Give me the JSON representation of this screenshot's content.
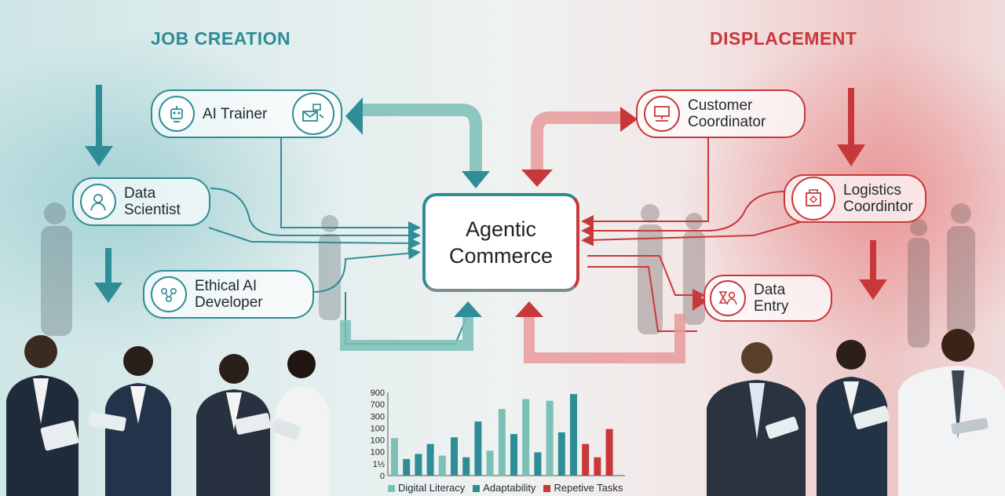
{
  "headings": {
    "left": "JOB CREATION",
    "right": "DISPLACEMENT"
  },
  "colors": {
    "creation": "#2e8d96",
    "displacement": "#c8383a",
    "neutral": "#7ac0b6"
  },
  "center_hub": {
    "line1": "Agentic",
    "line2": "Commerce"
  },
  "creation_nodes": [
    {
      "label": "AI Trainer",
      "icon": "robot-gear-icon"
    },
    {
      "label": "Data\nScientist",
      "icon": "person-icon"
    },
    {
      "label": "Ethical AI\nDeveloper",
      "icon": "people-network-icon"
    }
  ],
  "extra_icon": "envelope-hand-icon",
  "displacement_nodes": [
    {
      "label": "Customer\nCoordinator",
      "icon": "monitor-desk-icon"
    },
    {
      "label": "Logistics\nCoordintor",
      "icon": "package-icon"
    },
    {
      "label": "Data\nEntry",
      "icon": "hourglass-person-icon"
    }
  ],
  "chart_data": {
    "type": "bar",
    "ytick_labels": [
      "900",
      "700",
      "300",
      "100",
      "100",
      "100",
      "1½",
      "0"
    ],
    "legend": [
      {
        "name": "Digital Literacy",
        "color": "#7ac0b6"
      },
      {
        "name": "Adaptability",
        "color": "#2e8d96"
      },
      {
        "name": "Repetive Tasks",
        "color": "#c8383a"
      }
    ]
  }
}
